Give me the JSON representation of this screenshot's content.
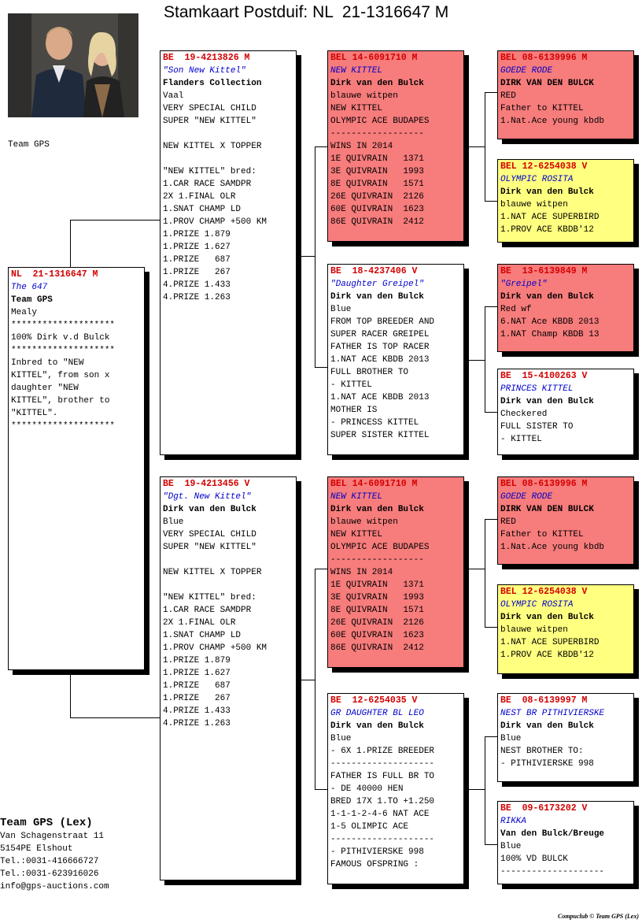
{
  "title": "Stamkaart Postduif: NL  21-1316647 M",
  "team_small": "Team GPS",
  "footer": {
    "team": "Team GPS (Lex)",
    "lines": [
      "Van Schagenstraat 11",
      "5154PE  Elshout",
      "Tel.:0031-416666727",
      "Tel.:0031-623916026",
      "info@gps-auctions.com"
    ]
  },
  "copyright": "Compuclub © Team GPS (Lex)",
  "cards": [
    {
      "id": "subject",
      "color": "white",
      "ring": "NL  21-1316647 M",
      "name": "The 647",
      "breeder": "Team GPS",
      "lines": [
        "Mealy",
        "********************",
        "100% Dirk v.d Bulck",
        "********************",
        "Inbred to \"NEW",
        "KITTEL\", from son x",
        "daughter \"NEW",
        "KITTEL\", brother to",
        "\"KITTEL\".",
        "********************"
      ]
    },
    {
      "id": "father",
      "color": "white",
      "ring": "BE  19-4213826 M",
      "name": "\"Son New Kittel\"",
      "breeder": "Flanders Collection",
      "lines": [
        "Vaal",
        "VERY SPECIAL CHILD",
        "SUPER \"NEW KITTEL\"",
        "",
        "NEW KITTEL X TOPPER",
        "",
        "\"NEW KITTEL\" bred:",
        "1.CAR RACE SAMDPR",
        "2X 1.FINAL OLR",
        "1.SNAT CHAMP LD",
        "1.PROV CHAMP +500 KM",
        "1.PRIZE 1.879",
        "1.PRIZE 1.627",
        "1.PRIZE   687",
        "1.PRIZE   267",
        "4.PRIZE 1.433",
        "4.PRIZE 1.263"
      ]
    },
    {
      "id": "mother",
      "color": "white",
      "ring": "BE  19-4213456 V",
      "name": "\"Dgt. New Kittel\"",
      "breeder": "Dirk van den Bulck",
      "lines": [
        "Blue",
        "VERY SPECIAL CHILD",
        "SUPER \"NEW KITTEL\"",
        "",
        "NEW KITTEL X TOPPER",
        "",
        "\"NEW KITTEL\" bred:",
        "1.CAR RACE SAMDPR",
        "2X 1.FINAL OLR",
        "1.SNAT CHAMP LD",
        "1.PROV CHAMP +500 KM",
        "1.PRIZE 1.879",
        "1.PRIZE 1.627",
        "1.PRIZE   687",
        "1.PRIZE   267",
        "4.PRIZE 1.433",
        "4.PRIZE 1.263"
      ]
    },
    {
      "id": "ff",
      "color": "red",
      "ring": "BEL 14-6091710 M",
      "name": "NEW KITTEL",
      "breeder": "Dirk van den Bulck",
      "lines": [
        "blauwe witpen",
        "NEW KITTEL",
        "OLYMPIC ACE BUDAPES",
        "------------------",
        "WINS IN 2014",
        "1E QUIVRAIN   1371",
        "3E QUIVRAIN   1993",
        "8E QUIVRAIN   1571",
        "26E QUIVRAIN  2126",
        "60E QUIVRAIN  1623",
        "86E QUIVRAIN  2412"
      ]
    },
    {
      "id": "fm",
      "color": "white",
      "ring": "BE  18-4237406 V",
      "name": "\"Daughter Greipel\"",
      "breeder": "Dirk van den Bulck",
      "lines": [
        "Blue",
        "FROM TOP BREEDER AND",
        "SUPER RACER GREIPEL",
        "FATHER IS TOP RACER",
        "1.NAT ACE KBDB 2013",
        "FULL BROTHER TO",
        "- KITTEL",
        "1.NAT ACE KBDB 2013",
        "MOTHER IS",
        "- PRINCESS KITTEL",
        "SUPER SISTER KITTEL"
      ]
    },
    {
      "id": "mf",
      "color": "red",
      "ring": "BEL 14-6091710 M",
      "name": "NEW KITTEL",
      "breeder": "Dirk van den Bulck",
      "lines": [
        "blauwe witpen",
        "NEW KITTEL",
        "OLYMPIC ACE BUDAPES",
        "------------------",
        "WINS IN 2014",
        "1E QUIVRAIN   1371",
        "3E QUIVRAIN   1993",
        "8E QUIVRAIN   1571",
        "26E QUIVRAIN  2126",
        "60E QUIVRAIN  1623",
        "86E QUIVRAIN  2412"
      ]
    },
    {
      "id": "mm",
      "color": "white",
      "ring": "BE  12-6254035 V",
      "name": "GR DAUGHTER BL LEO",
      "breeder": "Dirk van den Bulck",
      "lines": [
        "Blue",
        "- 6X 1.PRIZE BREEDER",
        "--------------------",
        "FATHER IS FULL BR TO",
        "- DE 40000 HEN",
        "BRED 17X 1.TO +1.250",
        "1-1-1-2-4-6 NAT ACE",
        "1-5 OLIMPIC ACE",
        "--------------------",
        "- PITHIVIERSKE 998",
        "FAMOUS OFSPRING :"
      ]
    },
    {
      "id": "fff",
      "color": "red",
      "ring": "BEL 08-6139996 M",
      "name": "GOEDE RODE",
      "breeder": "DIRK VAN DEN BULCK",
      "lines": [
        "RED",
        "Father to KITTEL",
        "1.Nat.Ace young kbdb"
      ]
    },
    {
      "id": "ffm",
      "color": "yellow",
      "ring": "BEL 12-6254038 V",
      "name": "OLYMPIC ROSITA",
      "breeder": "Dirk van den Bulck",
      "lines": [
        "blauwe witpen",
        "1.NAT ACE SUPERBIRD",
        "1.PROV ACE KBDB'12"
      ]
    },
    {
      "id": "fmf",
      "color": "red",
      "ring": "BE  13-6139849 M",
      "name": "\"Greipel\"",
      "breeder": "Dirk van den Bulck",
      "lines": [
        "Red wf",
        "6.NAT Ace KBDB 2013",
        "1.NAT Champ KBDB 13"
      ]
    },
    {
      "id": "fmm",
      "color": "white",
      "ring": "BE  15-4100263 V",
      "name": "PRINCES KITTEL",
      "breeder": "Dirk van den Bulck",
      "lines": [
        "Checkered",
        "FULL SISTER TO",
        "- KITTEL"
      ]
    },
    {
      "id": "mff",
      "color": "red",
      "ring": "BEL 08-6139996 M",
      "name": "GOEDE RODE",
      "breeder": "DIRK VAN DEN BULCK",
      "lines": [
        "RED",
        "Father to KITTEL",
        "1.Nat.Ace young kbdb"
      ]
    },
    {
      "id": "mfm",
      "color": "yellow",
      "ring": "BEL 12-6254038 V",
      "name": "OLYMPIC ROSITA",
      "breeder": "Dirk van den Bulck",
      "lines": [
        "blauwe witpen",
        "1.NAT ACE SUPERBIRD",
        "1.PROV ACE KBDB'12"
      ]
    },
    {
      "id": "mmf",
      "color": "white",
      "ring": "BE  08-6139997 M",
      "name": "NEST BR PITHIVIERSKE",
      "breeder": "Dirk van den Bulck",
      "lines": [
        "Blue",
        "NEST BROTHER TO:",
        "- PITHIVIERSKE 998"
      ]
    },
    {
      "id": "mmm",
      "color": "white",
      "ring": "BE  09-6173202 V",
      "name": "RIKKA",
      "breeder": "Van den Bulck/Breuge",
      "lines": [
        "Blue",
        "100% VD BULCK",
        "--------------------"
      ]
    }
  ]
}
